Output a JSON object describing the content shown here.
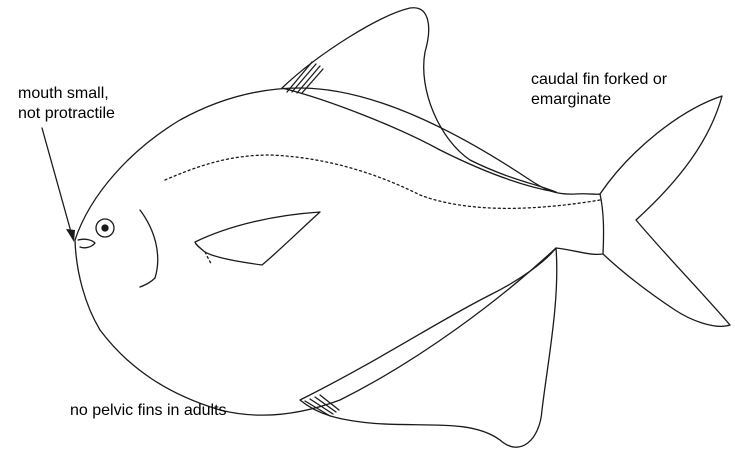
{
  "labels": {
    "mouth": {
      "line1": "mouth small,",
      "line2": "not protractile"
    },
    "caudal": {
      "line1": "caudal fin forked or",
      "line2": "emarginate"
    },
    "pelvic": "no pelvic fins in adults"
  },
  "colors": {
    "line": "#1a1a1a",
    "background": "#ffffff"
  }
}
